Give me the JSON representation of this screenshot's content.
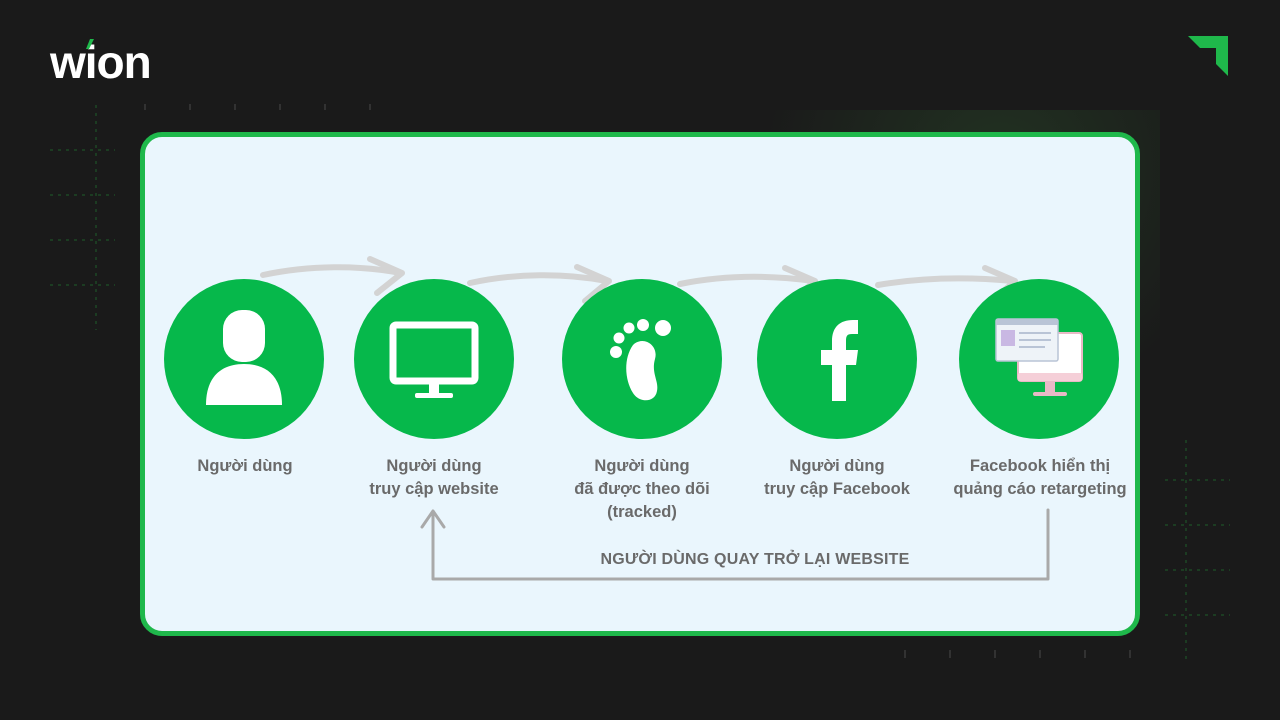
{
  "brand": {
    "logo_text": "wion",
    "accent_color": "#1fb84b",
    "background_color": "#1a1a1a",
    "corner_icon": "arrow-up-right-icon"
  },
  "diagram": {
    "card_background": "#eaf6fd",
    "circle_color": "#06b84b",
    "arrow_color": "#d3d3d3",
    "steps": [
      {
        "label": "Người dùng",
        "icon": "user-icon"
      },
      {
        "label": "Người dùng\ntruy cập website",
        "icon": "monitor-icon"
      },
      {
        "label": "Người dùng\nđã được theo dõi\n(tracked)",
        "icon": "footprint-icon"
      },
      {
        "label": "Người dùng\ntruy cập Facebook",
        "icon": "facebook-icon"
      },
      {
        "label": "Facebook hiển thị\nquảng cáo retargeting",
        "icon": "ad-display-icon"
      }
    ],
    "return_label": "NGƯỜI DÙNG QUAY TRỞ LẠI WEBSITE"
  }
}
